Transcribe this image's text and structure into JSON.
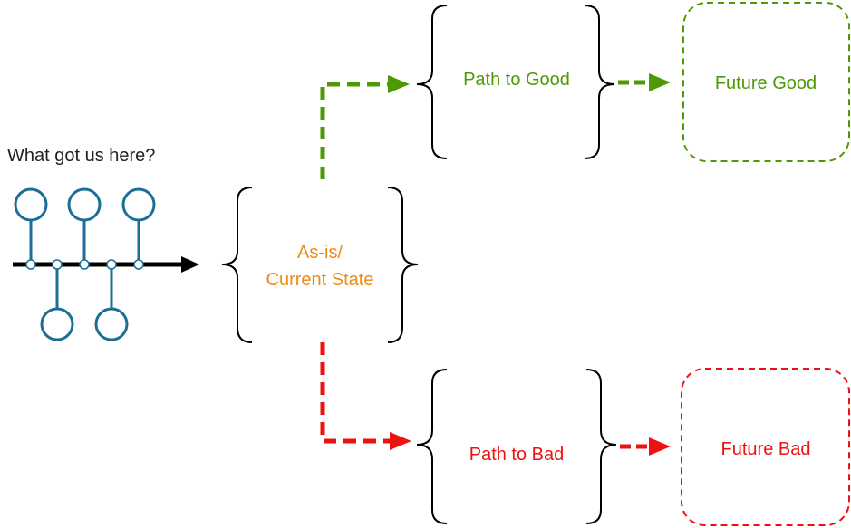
{
  "history": {
    "question": "What got us here?"
  },
  "current_state": {
    "label_line1": "As-is/",
    "label_line2": "Current State"
  },
  "good": {
    "path_label": "Path to Good",
    "future_label": "Future Good"
  },
  "bad": {
    "path_label": "Path to Bad",
    "future_label": "Future Bad"
  },
  "colors": {
    "timeline_blue": "#1c6e96",
    "orange": "#f08a12",
    "green": "#4e9a06",
    "red": "#ee1111",
    "black": "#000000"
  }
}
